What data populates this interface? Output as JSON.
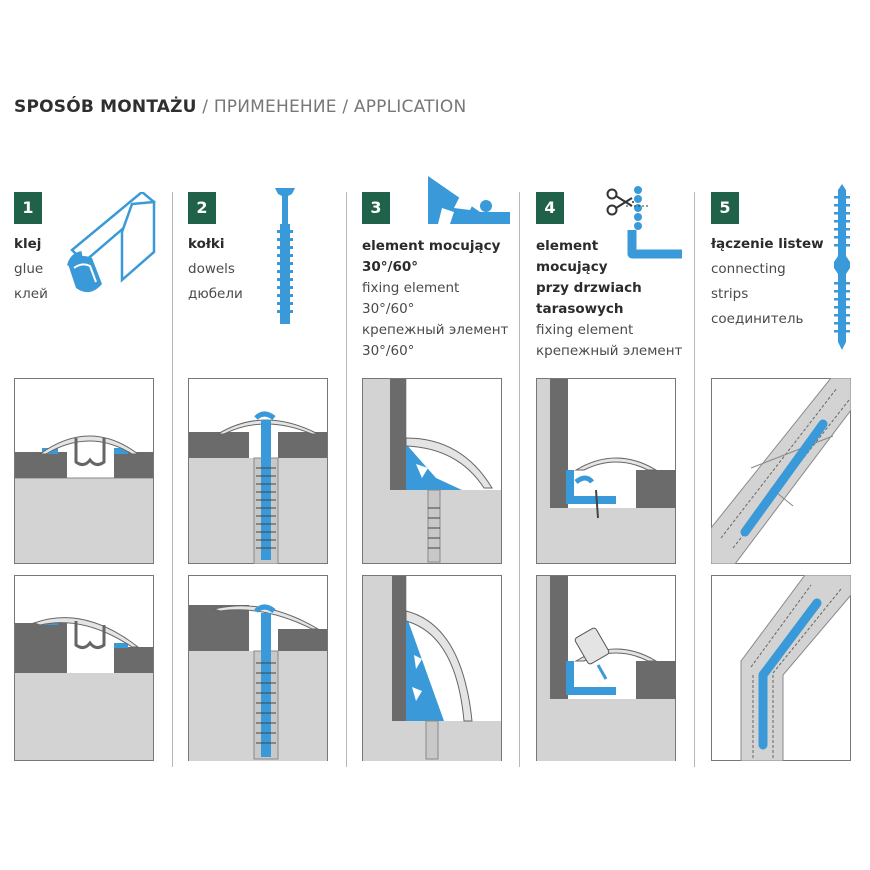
{
  "header": {
    "main": "SPOSÓB MONTAŻU",
    "rest": " / ПРИМЕНЕНИЕ / APPLICATION"
  },
  "steps": [
    {
      "number": "1",
      "title": [
        "klej"
      ],
      "lines": [
        "glue",
        "клей"
      ]
    },
    {
      "number": "2",
      "title": [
        "kołki"
      ],
      "lines": [
        "dowels",
        "дюбели"
      ]
    },
    {
      "number": "3",
      "title": [
        "element mocujący",
        "30°/60°"
      ],
      "lines": [
        "fixing element 30°/60°",
        "крепежный элемент",
        "30°/60°"
      ]
    },
    {
      "number": "4",
      "title": [
        "element",
        "mocujący",
        "przy drzwiach",
        "tarasowych"
      ],
      "lines": [
        "fixing element",
        "крепежный элемент"
      ]
    },
    {
      "number": "5",
      "title": [
        "łączenie listew"
      ],
      "lines": [
        "connecting",
        "strips",
        "соединитель"
      ]
    }
  ],
  "colors": {
    "accent_blue": "#3a9ad9",
    "badge_green": "#1f6149",
    "floor_gray": "#d3d3d3",
    "board_dark": "#6b6b6b",
    "profile_light": "#e4e4e4"
  },
  "icons": [
    "glue-tube-icon",
    "dowel-icon",
    "fixing-element-triangle-icon",
    "scissors-icon",
    "angle-clip-icon",
    "connecting-strip-icon"
  ]
}
